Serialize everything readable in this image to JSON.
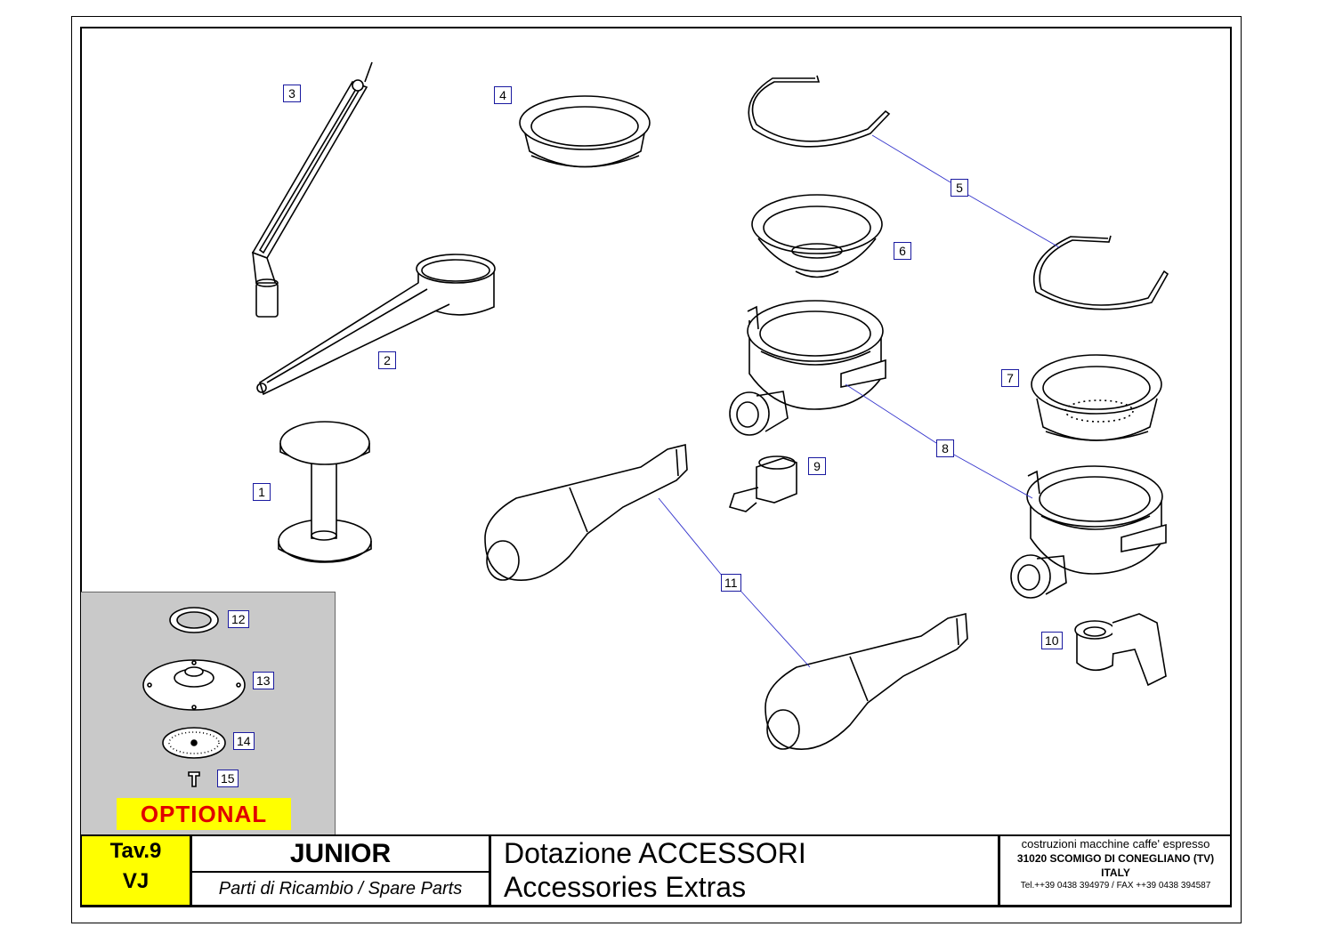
{
  "title_block": {
    "table_code": "Tav.9",
    "variant": "VJ",
    "model": "JUNIOR",
    "parts_label": "Parti di Ricambio / Spare Parts",
    "description_it": "Dotazione ACCESSORI",
    "description_en": "Accessories Extras",
    "company_line1": "costruzioni macchine caffe' espresso",
    "company_line2": "31020 SCOMIGO DI CONEGLIANO (TV)",
    "company_line3": "ITALY",
    "company_contact": "Tel.++39 0438 394979 / FAX ++39 0438 394587"
  },
  "optional_label": "OPTIONAL",
  "callouts": {
    "c1": "1",
    "c2": "2",
    "c3": "3",
    "c4": "4",
    "c5": "5",
    "c6": "6",
    "c7": "7",
    "c8": "8",
    "c9": "9",
    "c10": "10",
    "c11": "11",
    "c12": "12",
    "c13": "13",
    "c14": "14",
    "c15": "15"
  },
  "colors": {
    "leader_line": "#3333cc",
    "optional_bg": "#c9c9c9",
    "highlight": "#ffff00",
    "optional_text": "#e00000"
  }
}
